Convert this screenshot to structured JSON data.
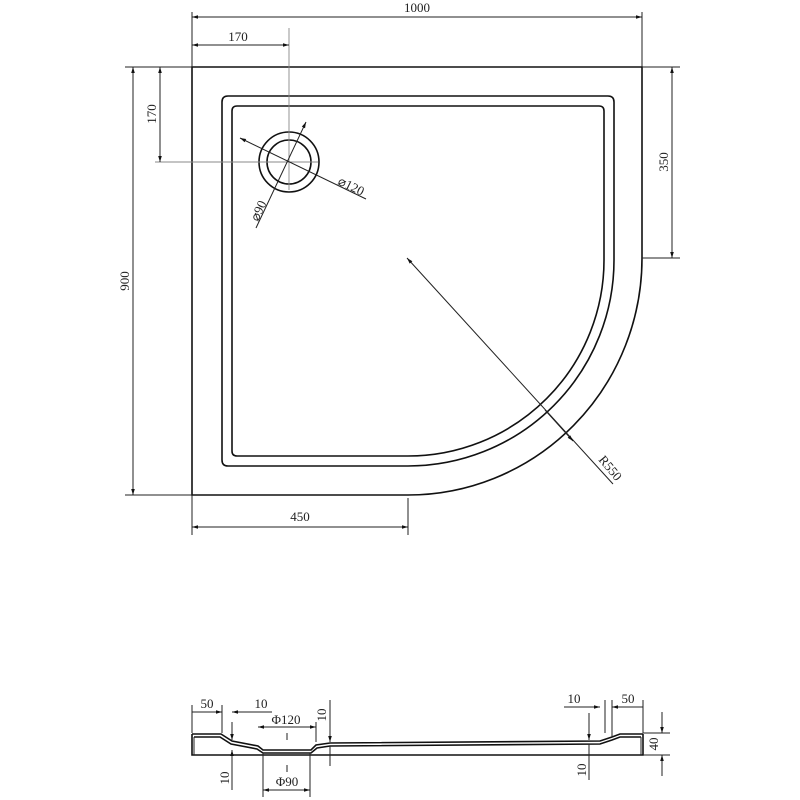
{
  "plan_view": {
    "dimensions": {
      "width": "1000",
      "drain_offset_x": "170",
      "drain_offset_y": "170",
      "depth": "900",
      "straight_side": "350",
      "straight_front": "450",
      "radius": "R550",
      "drain_outer": "⌀120",
      "drain_inner": "⌀90"
    }
  },
  "section_view": {
    "dimensions": {
      "left_rim": "50",
      "left_step": "10",
      "drain_outer": "Φ120",
      "drain_inner": "Φ90",
      "left_drop": "10",
      "center_drop": "10",
      "right_step": "10",
      "right_rim": "50",
      "right_drop": "10",
      "height": "40"
    }
  }
}
